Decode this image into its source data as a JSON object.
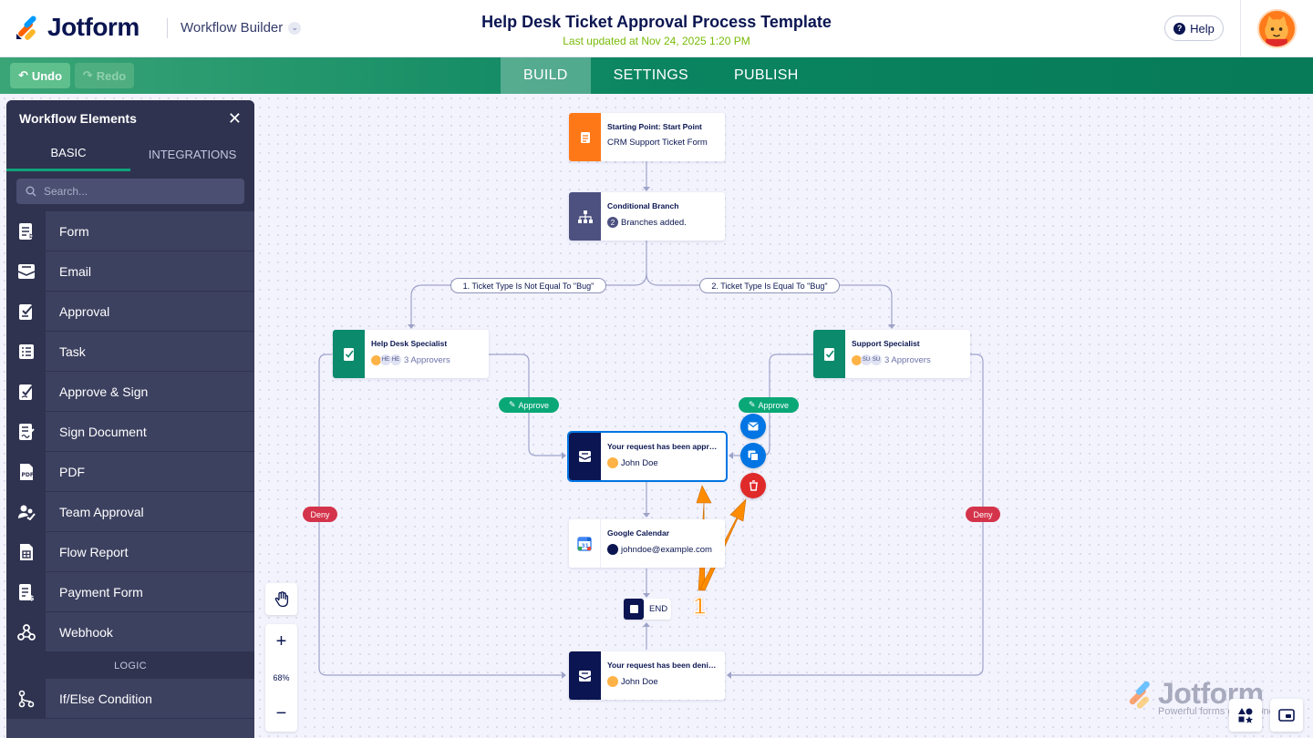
{
  "header": {
    "logo_text": "Jotform",
    "builder_label": "Workflow Builder",
    "title": "Help Desk Ticket Approval Process Template",
    "last_updated": "Last updated at Nov 24, 2025 1:20 PM",
    "help_label": "Help"
  },
  "toolbar": {
    "undo_label": "Undo",
    "redo_label": "Redo",
    "tabs": [
      {
        "label": "BUILD",
        "active": true
      },
      {
        "label": "SETTINGS",
        "active": false
      },
      {
        "label": "PUBLISH",
        "active": false
      }
    ]
  },
  "sidebar": {
    "title": "Workflow Elements",
    "tabs": [
      {
        "label": "BASIC",
        "active": true
      },
      {
        "label": "INTEGRATIONS",
        "active": false
      }
    ],
    "search_placeholder": "Search...",
    "items": [
      {
        "label": "Form",
        "icon": "form-icon"
      },
      {
        "label": "Email",
        "icon": "email-icon"
      },
      {
        "label": "Approval",
        "icon": "approval-icon"
      },
      {
        "label": "Task",
        "icon": "task-icon"
      },
      {
        "label": "Approve & Sign",
        "icon": "approve-sign-icon"
      },
      {
        "label": "Sign Document",
        "icon": "sign-document-icon"
      },
      {
        "label": "PDF",
        "icon": "pdf-icon"
      },
      {
        "label": "Team Approval",
        "icon": "team-approval-icon"
      },
      {
        "label": "Flow Report",
        "icon": "flow-report-icon"
      },
      {
        "label": "Payment Form",
        "icon": "payment-form-icon"
      },
      {
        "label": "Webhook",
        "icon": "webhook-icon"
      }
    ],
    "logic_section": "LOGIC",
    "logic_items": [
      {
        "label": "If/Else Condition",
        "icon": "if-else-icon"
      }
    ]
  },
  "flow": {
    "start": {
      "title": "Starting Point: Start Point",
      "subtitle": "CRM Support Ticket Form"
    },
    "branch": {
      "title": "Conditional Branch",
      "count": "2",
      "subtitle": "Branches added."
    },
    "conditions": [
      "1. Ticket Type Is Not Equal To \"Bug\"",
      "2. Ticket Type Is Equal To \"Bug\""
    ],
    "help_desk": {
      "title": "Help Desk Specialist",
      "badges": [
        "HE",
        "HE"
      ],
      "subtitle": "3 Approvers"
    },
    "support": {
      "title": "Support Specialist",
      "badges": [
        "SU",
        "SU"
      ],
      "subtitle": "3 Approvers"
    },
    "approve_label": "Approve",
    "deny_label": "Deny",
    "approved_email": {
      "title": "Your request has been appro...",
      "subtitle": "John Doe"
    },
    "calendar": {
      "title": "Google Calendar",
      "subtitle": "johndoe@example.com"
    },
    "end_label": "END",
    "denied_email": {
      "title": "Your request has been denied.",
      "subtitle": "John Doe"
    },
    "annotation": "1"
  },
  "zoom": {
    "level": "68%",
    "plus": "+",
    "minus": "−"
  },
  "watermark": {
    "brand": "Jotform",
    "tagline": "Powerful forms get it done."
  },
  "colors": {
    "accent_green": "#0a8560",
    "approve": "#0aa877",
    "deny": "#d4344b",
    "select_blue": "#0075e3",
    "delete_red": "#e02a2a"
  }
}
